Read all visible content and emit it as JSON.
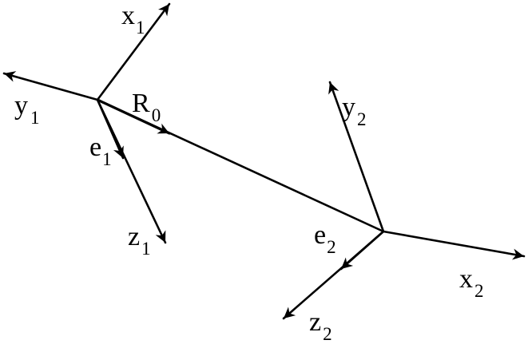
{
  "colors": {
    "ink": "#000000",
    "background": "#ffffff"
  },
  "frame1": {
    "x_axis": {
      "letter": "x",
      "index": "1"
    },
    "y_axis": {
      "letter": "y",
      "index": "1"
    },
    "z_axis": {
      "letter": "z",
      "index": "1"
    },
    "e_vector": {
      "letter": "e",
      "index": "1"
    }
  },
  "frame2": {
    "x_axis": {
      "letter": "x",
      "index": "2"
    },
    "y_axis": {
      "letter": "y",
      "index": "2"
    },
    "z_axis": {
      "letter": "z",
      "index": "2"
    },
    "e_vector": {
      "letter": "e",
      "index": "2"
    }
  },
  "separation": {
    "letter": "R",
    "index": "0"
  }
}
